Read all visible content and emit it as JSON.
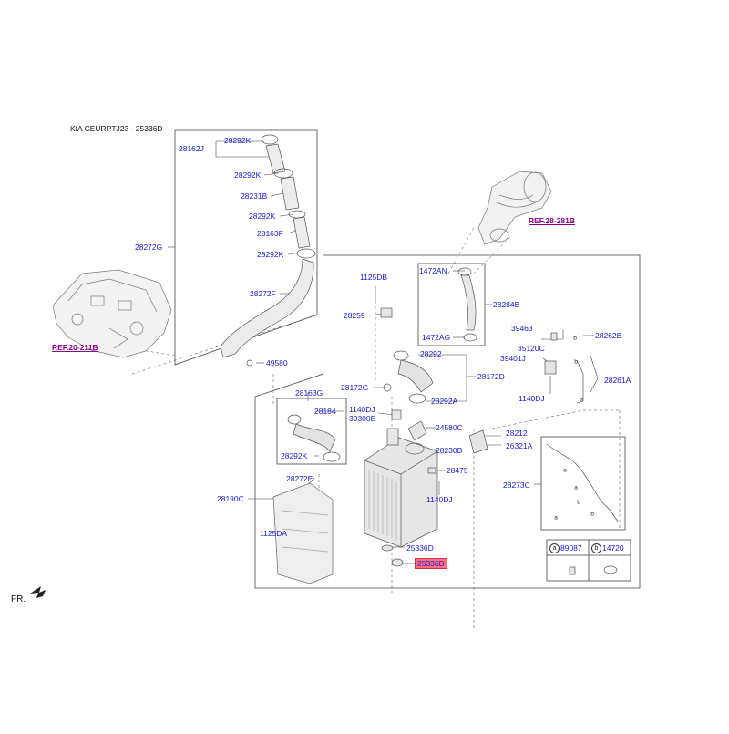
{
  "header": {
    "title": "KIA CEURPTJ23 - 25336D"
  },
  "refs": {
    "ref_left": "REF.20-211B",
    "ref_right": "REF.28-281B"
  },
  "fr_label": "FR.",
  "labels": {
    "p28162J": "28162J",
    "p28292K_1": "28292K",
    "p28292K_2": "28292K",
    "p28231B": "28231B",
    "p28292K_3": "28292K",
    "p28163F": "28163F",
    "p28292K_4": "28292K",
    "p28272G": "28272G",
    "p28272F": "28272F",
    "p49580": "49580",
    "p1125DB": "1125DB",
    "p28259": "28259",
    "p1472AN": "1472AN",
    "p28284B": "28284B",
    "p1472AG": "1472AG",
    "p28292": "28292",
    "p28172G": "28172G",
    "p28172D": "28172D",
    "p28292A": "28292A",
    "p39463": "39463",
    "p35120C": "35120C",
    "p39401J": "39401J",
    "p1140DJ_r": "1140DJ",
    "p28262B": "28262B",
    "p28261A": "28261A",
    "p28163G": "28163G",
    "p28184": "28184",
    "p28292K_5": "28292K",
    "p1140DJ_m": "1140DJ",
    "p39300E": "39300E",
    "p24580C": "24580C",
    "p28230B": "28230B",
    "p28212": "28212",
    "p26321A": "26321A",
    "p28475": "28475",
    "p1140DJ_b": "1140DJ",
    "p28273C": "28273C",
    "p28272E": "28272E",
    "p28190C": "28190C",
    "p1125DA": "1125DA",
    "p25336D_1": "25336D",
    "p25336D_2": "25336D"
  },
  "legend": {
    "a_letter": "a",
    "a_part": "89087",
    "b_letter": "b",
    "b_part": "14720"
  },
  "callouts": [
    "b",
    "b",
    "b",
    "a",
    "a",
    "a",
    "b",
    "a",
    "b"
  ],
  "colors": {
    "label": "#1a1ad0",
    "highlight": "#ff6f7e",
    "ref": "#8a008a",
    "line": "#444444"
  }
}
